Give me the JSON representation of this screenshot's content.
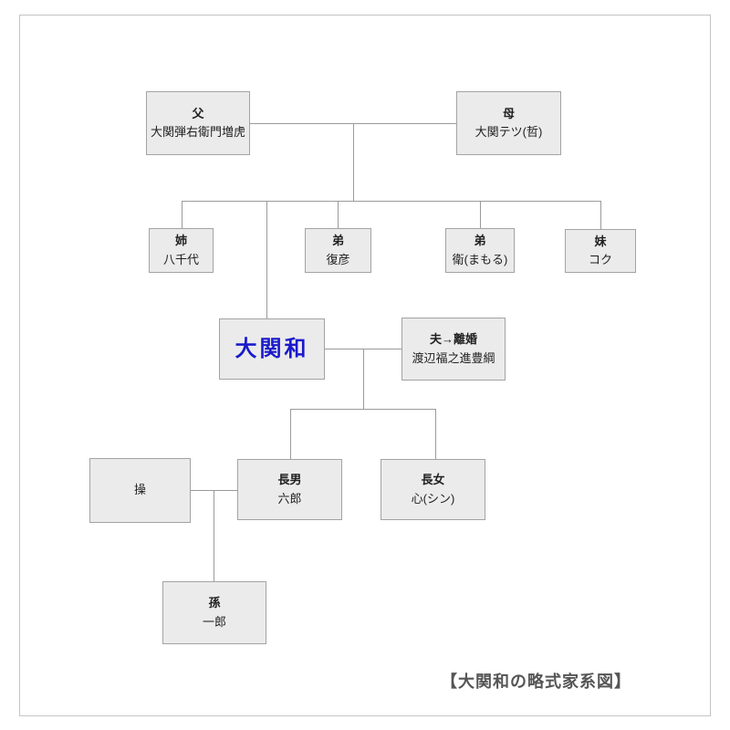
{
  "diagram": {
    "caption": "【大関和の略式家系図】",
    "nodes": {
      "father": {
        "relation": "父",
        "name": "大関弾右衛門増虎"
      },
      "mother": {
        "relation": "母",
        "name": "大関テツ(哲)"
      },
      "elder_sister": {
        "relation": "姉",
        "name": "八千代"
      },
      "brother_fukuhiko": {
        "relation": "弟",
        "name": "復彦"
      },
      "brother_mamoru": {
        "relation": "弟",
        "name": "衛(まもる)"
      },
      "younger_sister": {
        "relation": "妹",
        "name": "コク"
      },
      "self": {
        "name": "大関和"
      },
      "husband": {
        "relation": "夫→離婚",
        "name": "渡辺福之進豊綱"
      },
      "sons_wife": {
        "name": "操"
      },
      "eldest_son": {
        "relation": "長男",
        "name": "六郎"
      },
      "eldest_daughter": {
        "relation": "長女",
        "name": "心(シン)"
      },
      "grandson": {
        "relation": "孫",
        "name": "一郎"
      }
    },
    "colors": {
      "highlight_text": "#1a1acc",
      "box_fill": "#ebebeb",
      "box_border": "#a3a3a3",
      "connector": "#9a9a9a",
      "caption_text": "#555555",
      "frame_border": "#c4c4c4"
    }
  }
}
